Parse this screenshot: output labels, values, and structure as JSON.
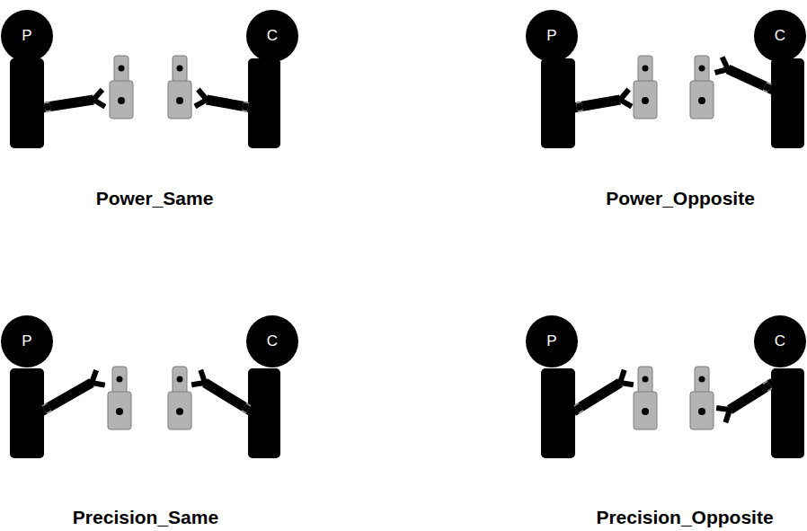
{
  "diagram": {
    "nodes": [
      {
        "text": [
          "P"
        ]
      },
      {
        "text": [
          "C"
        ]
      },
      {
        "text": [
          "P"
        ]
      },
      {
        "text": [
          "C"
        ]
      },
      {
        "text": [
          "P"
        ]
      },
      {
        "text": [
          "C"
        ]
      },
      {
        "text": [
          "P"
        ]
      },
      {
        "text": [
          "C"
        ]
      }
    ],
    "labels": [
      "Power_Same",
      "Power_Opposite",
      "Precision_Same",
      "Precision_Opposite"
    ]
  }
}
